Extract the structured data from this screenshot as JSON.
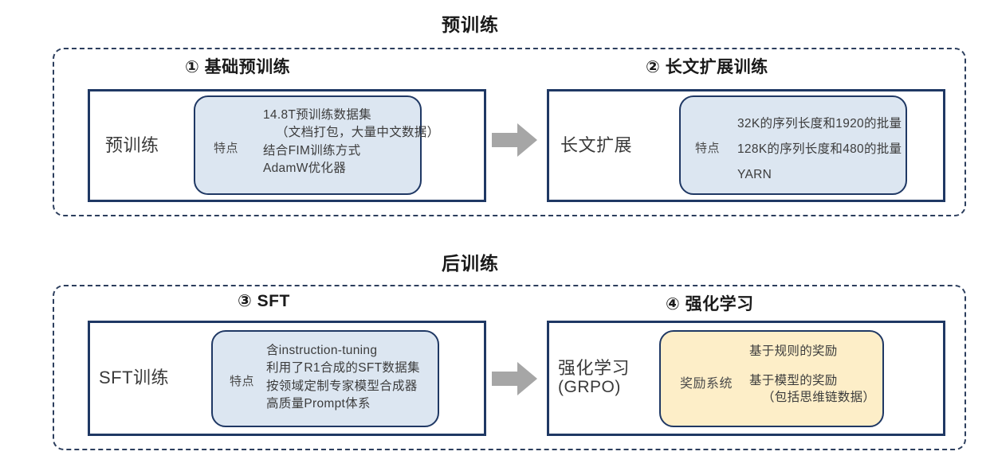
{
  "sections": [
    {
      "title": "预训练",
      "panels": [
        {
          "heading": "① 基础预训练",
          "stage_label": "预训练",
          "stage_sub": "",
          "card_tag": "特点",
          "card_color": "blue",
          "card_lines": [
            "14.8T预训练数据集",
            "（文档打包，大量中文数据）",
            "结合FIM训练方式",
            "AdamW优化器"
          ]
        },
        {
          "heading": "② 长文扩展训练",
          "stage_label": "长文扩展",
          "stage_sub": "",
          "card_tag": "特点",
          "card_color": "blue",
          "card_lines": [
            "32K的序列长度和1920的批量",
            "128K的序列长度和480的批量",
            "YARN"
          ]
        }
      ]
    },
    {
      "title": "后训练",
      "panels": [
        {
          "heading": "③ SFT",
          "stage_label": "SFT训练",
          "stage_sub": "",
          "card_tag": "特点",
          "card_color": "blue",
          "card_lines": [
            "含instruction-tuning",
            "利用了R1合成的SFT数据集",
            "按领域定制专家模型合成器",
            "高质量Prompt体系"
          ]
        },
        {
          "heading": "④ 强化学习",
          "stage_label": "强化学习",
          "stage_sub": "(GRPO)",
          "card_tag": "奖励系统",
          "card_color": "yellow",
          "card_lines": [
            "基于规则的奖励",
            "基于模型的奖励",
            "（包括思维链数据）"
          ]
        }
      ]
    }
  ],
  "arrows": {
    "glyph": "➡",
    "color": "#a6a6a6"
  },
  "colors": {
    "card_blue": "#dce6f1",
    "card_yellow": "#fdeec8",
    "border_navy": "#1f3864",
    "dashed_navy": "#2c3e5d",
    "arrow_gray": "#a6a6a6"
  }
}
